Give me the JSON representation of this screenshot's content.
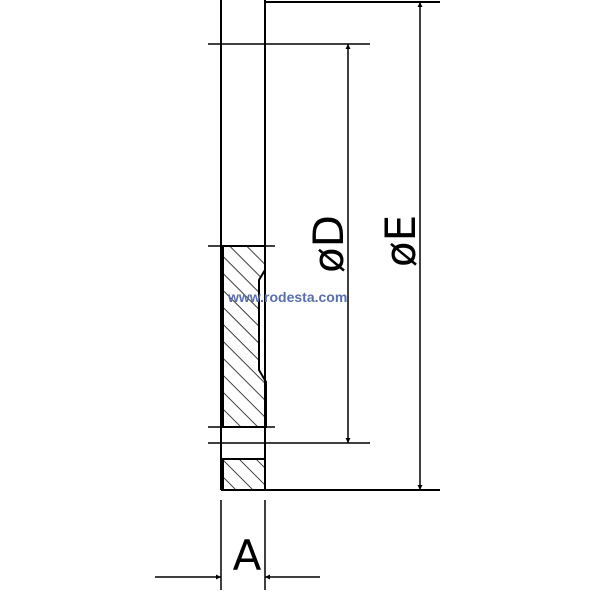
{
  "labels": {
    "diameter_d": "øD",
    "diameter_e": "øE",
    "thickness_a": "A"
  },
  "watermark": "www.rodesta.com",
  "colors": {
    "line": "#000000",
    "watermark": "#5a6fa8",
    "background": "#ffffff"
  }
}
